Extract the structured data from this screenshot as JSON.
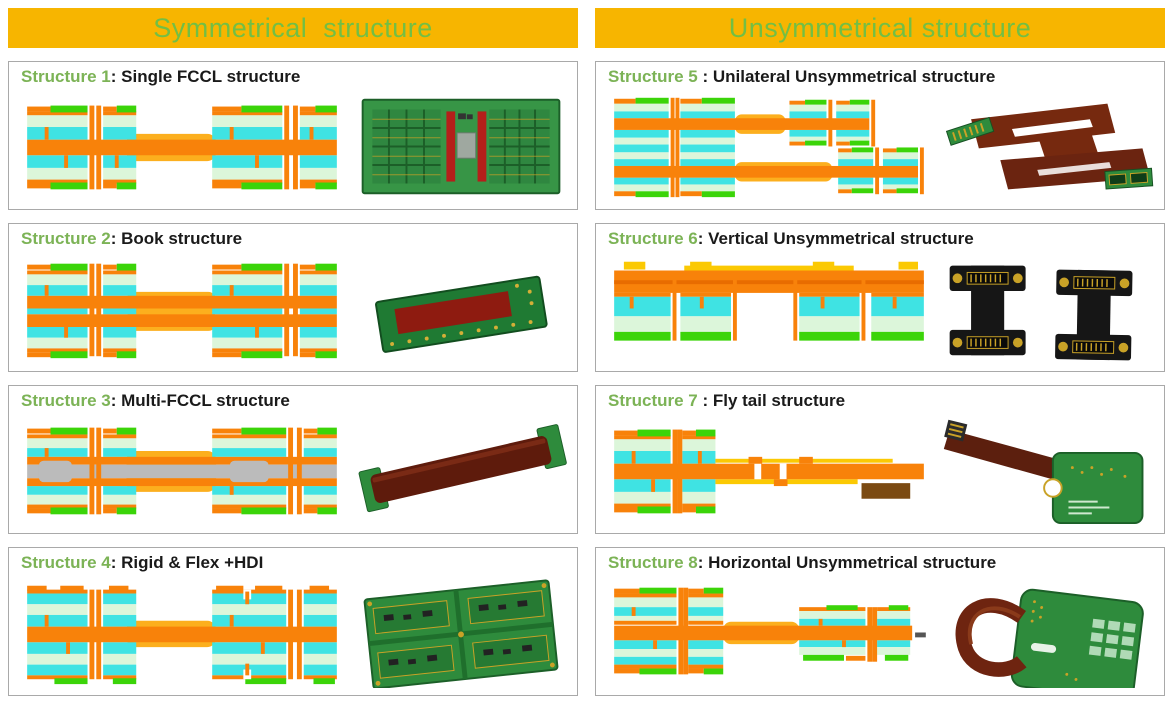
{
  "columns": [
    {
      "header": "Symmetrical  structure",
      "panels": [
        {
          "label": "Structure 1",
          "rest": ": Single FCCL structure"
        },
        {
          "label": "Structure 2",
          "rest": ": Book structure"
        },
        {
          "label": "Structure 3",
          "rest": ": Multi-FCCL structure"
        },
        {
          "label": "Structure 4",
          "rest": ": Rigid & Flex +HDI"
        }
      ]
    },
    {
      "header": "Unsymmetrical structure",
      "panels": [
        {
          "label": "Structure 5",
          "rest": " : Unilateral Unsymmetrical structure"
        },
        {
          "label": "Structure 6",
          "rest": ": Vertical Unsymmetrical structure"
        },
        {
          "label": "Structure 7",
          "rest": " : Fly tail structure"
        },
        {
          "label": "Structure 8",
          "rest": ": Horizontal Unsymmetrical structure"
        }
      ]
    }
  ],
  "colors": {
    "header_bg": "#F7B500",
    "header_text": "#72BF44",
    "structure_label_green": "#7CB356",
    "title_text": "#1a1a1a",
    "panel_border": "#A9A9A9",
    "stackup_copper_orange": "#F8820A",
    "stackup_flex_halo": "#FCAF1E",
    "stackup_cyan_core": "#3FE3E3",
    "stackup_prepreg_pale_green": "#DCF6DA",
    "stackup_coverlay_green": "#3BD409",
    "stackup_yellow": "#FBC903",
    "stackup_gray_core": "#BBBBBB",
    "stiffener_brown": "#7B4A12"
  }
}
